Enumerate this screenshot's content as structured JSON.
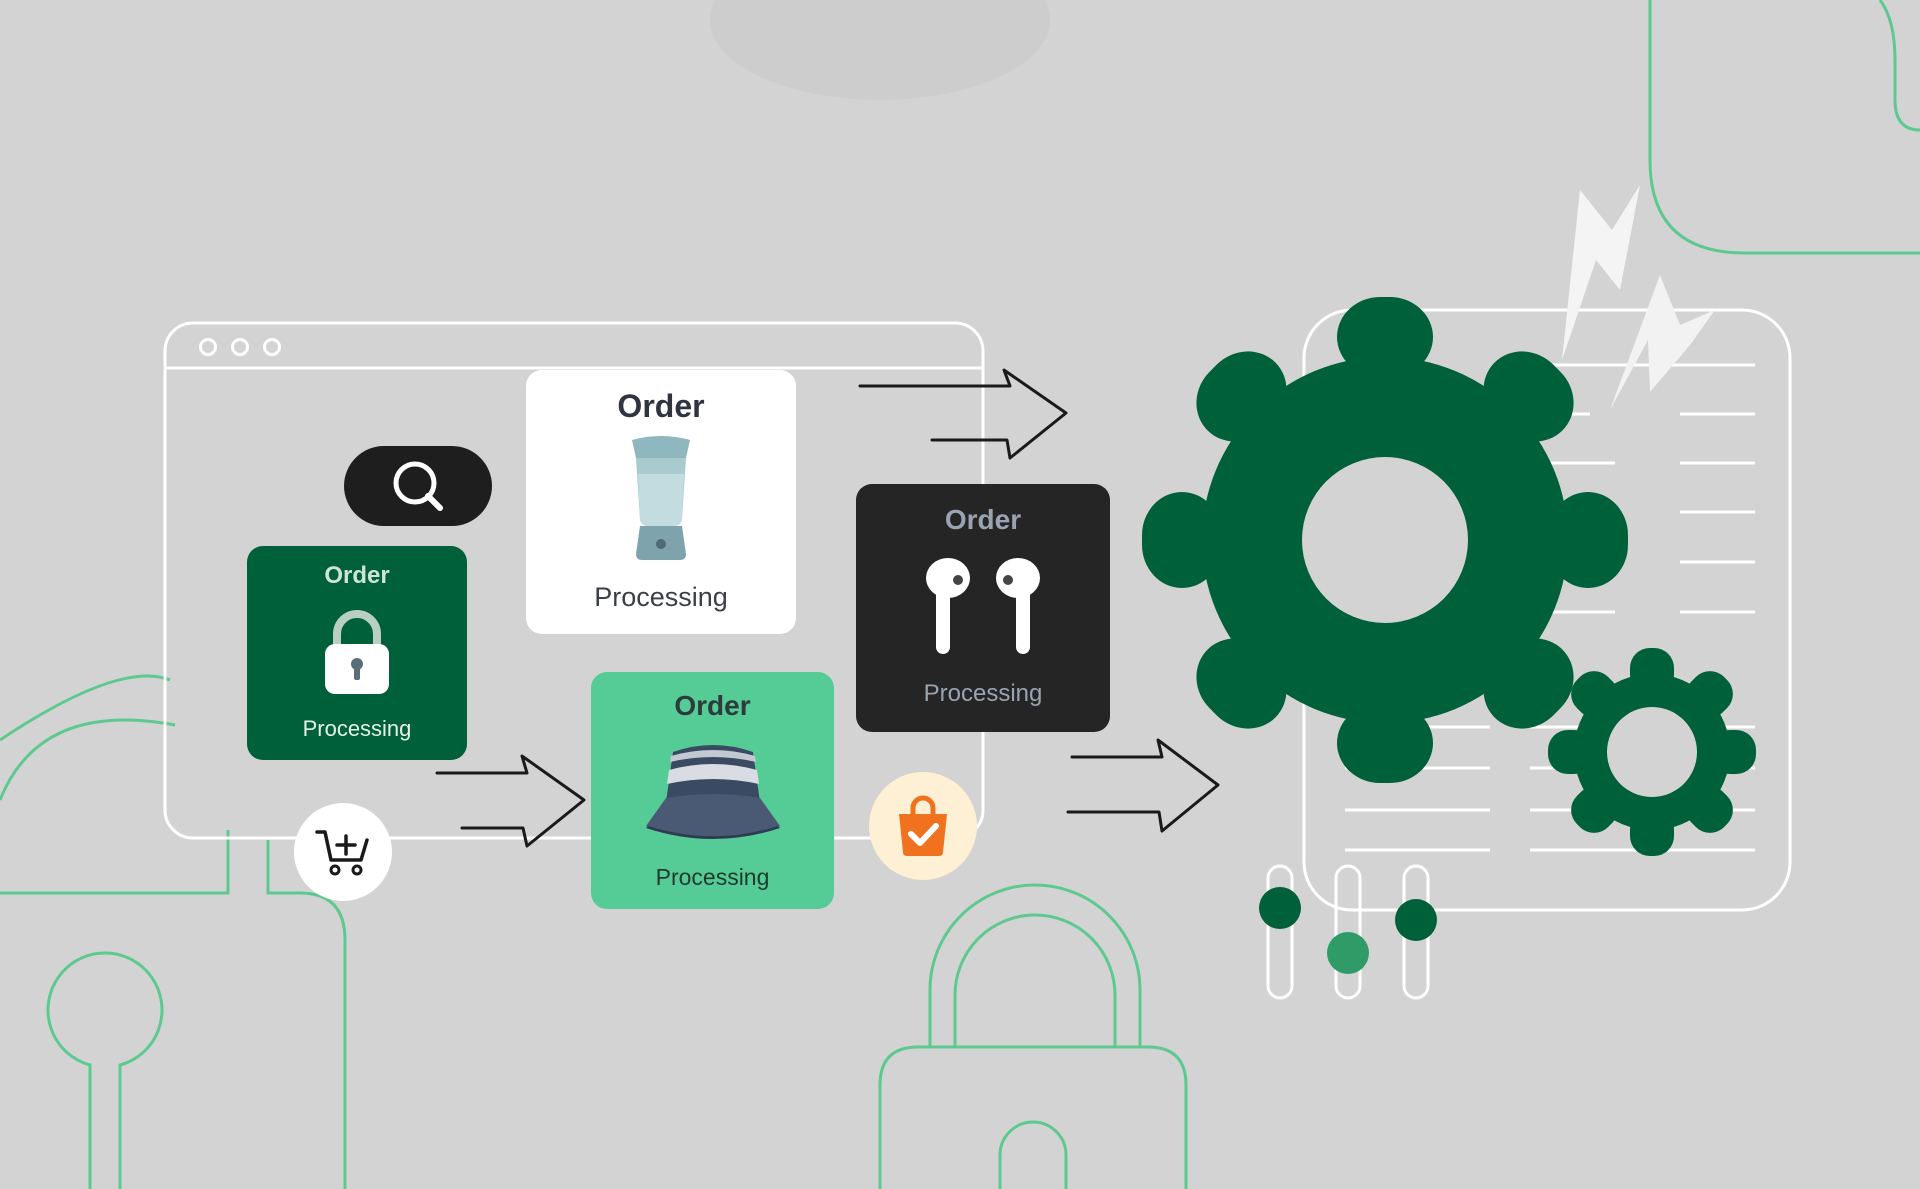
{
  "colors": {
    "background": "#d3d3d3",
    "accent_green": "#5dc98f",
    "dark_green": "#006039",
    "mint": "#55cc96",
    "dark": "#252525",
    "orange": "#f0721f"
  },
  "browser_window": {
    "dots": [
      "dot",
      "dot",
      "dot"
    ]
  },
  "search_button": {
    "icon": "search-icon"
  },
  "cart_button": {
    "icon": "cart-plus-icon"
  },
  "bag_badge": {
    "icon": "shopping-bag-check-icon"
  },
  "orders": [
    {
      "title": "Order",
      "status": "Processing",
      "icon": "lock-icon",
      "theme": "dark_green"
    },
    {
      "title": "Order",
      "status": "Processing",
      "icon": "blender-bottle-icon",
      "theme": "white"
    },
    {
      "title": "Order",
      "status": "Processing",
      "icon": "bucket-hat-icon",
      "theme": "mint"
    },
    {
      "title": "Order",
      "status": "Processing",
      "icon": "earbuds-icon",
      "theme": "dark"
    }
  ],
  "gears": [
    "large-gear-icon",
    "small-gear-icon"
  ],
  "sliders": {
    "levels": [
      0.7,
      0.35,
      0.6
    ]
  }
}
